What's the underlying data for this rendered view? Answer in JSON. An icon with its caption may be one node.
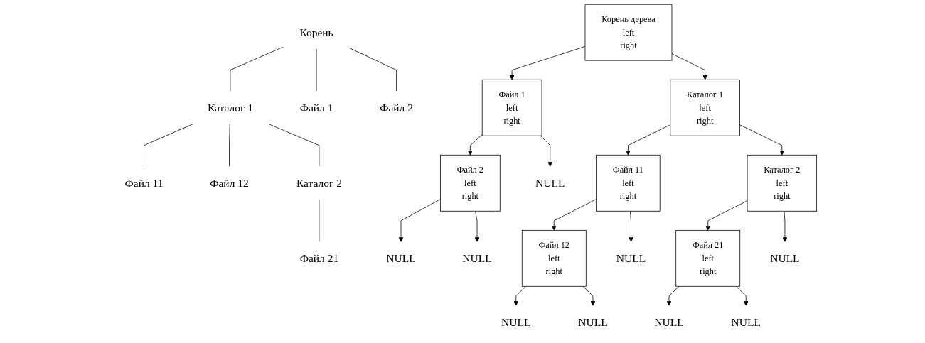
{
  "diagram": {
    "nodes": [
      {
        "text": [
          "Корень"
        ]
      },
      {
        "text": [
          "Каталог 1"
        ]
      },
      {
        "text": [
          "Файл 11"
        ]
      },
      {
        "text": [
          "Файл 12"
        ]
      },
      {
        "text": [
          "Каталог 2"
        ]
      },
      {
        "text": [
          "Файл 21"
        ]
      },
      {
        "text": [
          "Файл 1"
        ]
      },
      {
        "text": [
          "Файл 2"
        ]
      },
      {
        "text": [
          "Корень дерева",
          "left",
          "right"
        ]
      },
      {
        "text": [
          "Файл 1",
          "left",
          "right"
        ]
      },
      {
        "text": [
          "Каталог 1",
          "left",
          "right"
        ]
      },
      {
        "text": [
          "Файл 2",
          "left",
          "right"
        ]
      },
      {
        "text": [
          "NULL"
        ]
      },
      {
        "text": [
          "Файл 11",
          "left",
          "right"
        ]
      },
      {
        "text": [
          "Каталог 2",
          "left",
          "right"
        ]
      },
      {
        "text": [
          "NULL"
        ]
      },
      {
        "text": [
          "NULL"
        ]
      },
      {
        "text": [
          "Файл 12",
          "left",
          "right"
        ]
      },
      {
        "text": [
          "NULL"
        ]
      },
      {
        "text": [
          "Файл 21",
          "left",
          "right"
        ]
      },
      {
        "text": [
          "NULL"
        ]
      },
      {
        "text": [
          "NULL"
        ]
      },
      {
        "text": [
          "NULL"
        ]
      },
      {
        "text": [
          "NULL"
        ]
      },
      {
        "text": [
          "NULL"
        ]
      }
    ],
    "edges": [
      {
        "from": 0,
        "to": 1,
        "arrow": "none"
      },
      {
        "from": 1,
        "to": 2,
        "arrow": "none"
      },
      {
        "from": 1,
        "to": 3,
        "arrow": "none"
      },
      {
        "from": 1,
        "to": 4,
        "arrow": "none"
      },
      {
        "from": 4,
        "to": 5,
        "arrow": "none"
      },
      {
        "from": 0,
        "to": 6,
        "arrow": "none"
      },
      {
        "from": 0,
        "to": 7,
        "arrow": "none"
      },
      {
        "from": 8,
        "to": 9,
        "arrow": "to"
      },
      {
        "from": 8,
        "to": 10,
        "arrow": "to"
      },
      {
        "from": 9,
        "to": 11,
        "arrow": "to"
      },
      {
        "from": 9,
        "to": 12,
        "arrow": "to"
      },
      {
        "from": 10,
        "to": 13,
        "arrow": "to"
      },
      {
        "from": 10,
        "to": 14,
        "arrow": "to"
      },
      {
        "from": 11,
        "to": 15,
        "arrow": "to"
      },
      {
        "from": 11,
        "to": 16,
        "arrow": "to"
      },
      {
        "from": 13,
        "to": 17,
        "arrow": "to"
      },
      {
        "from": 13,
        "to": 18,
        "arrow": "to"
      },
      {
        "from": 14,
        "to": 19,
        "arrow": "to"
      },
      {
        "from": 14,
        "to": 20,
        "arrow": "to"
      },
      {
        "from": 17,
        "to": 21,
        "arrow": "to"
      },
      {
        "from": 17,
        "to": 22,
        "arrow": "to"
      },
      {
        "from": 19,
        "to": 23,
        "arrow": "to"
      },
      {
        "from": 19,
        "to": 24,
        "arrow": "to"
      }
    ]
  }
}
